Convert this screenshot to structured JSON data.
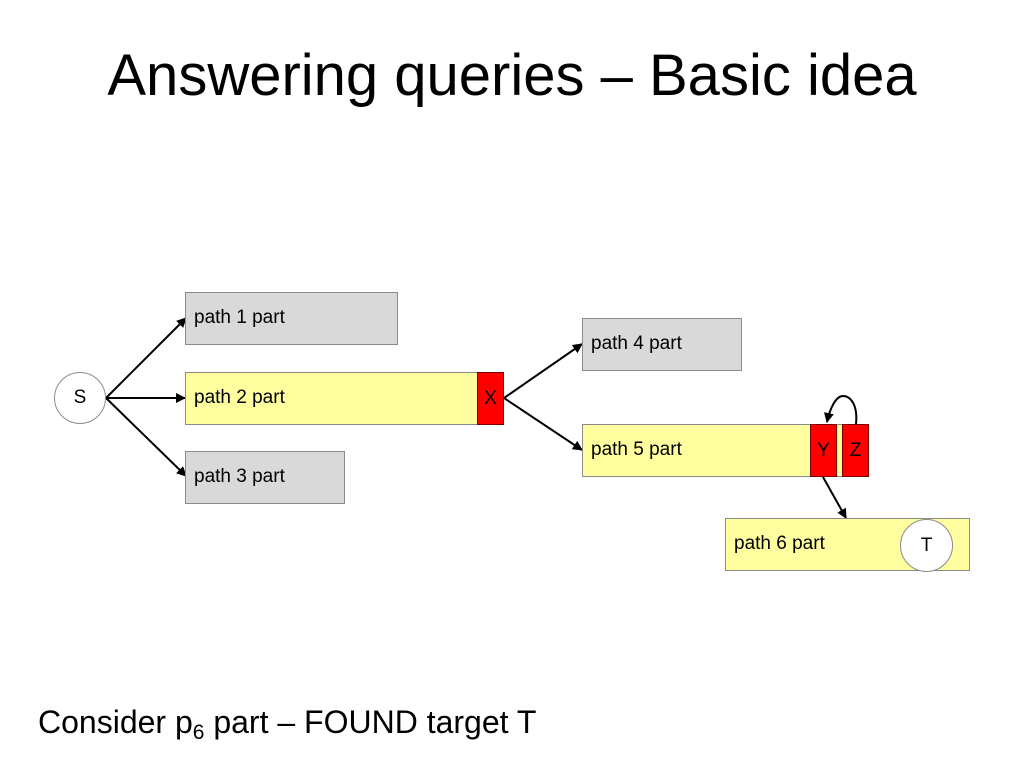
{
  "slide": {
    "title": "Answering queries – Basic idea",
    "caption": {
      "before": "Consider p",
      "subscript": "6",
      "after": " part – FOUND target T"
    }
  },
  "diagram": {
    "start_node": "S",
    "target_node": "T",
    "paths": [
      {
        "label": "path 1 part",
        "color": "#d9d9d9"
      },
      {
        "label": "path 2 part",
        "color": "#ffff9f"
      },
      {
        "label": "path 3 part",
        "color": "#d9d9d9"
      },
      {
        "label": "path 4 part",
        "color": "#d9d9d9"
      },
      {
        "label": "path 5 part",
        "color": "#ffff9f"
      },
      {
        "label": "path 6 part",
        "color": "#ffff9f"
      }
    ],
    "markers": [
      {
        "label": "X",
        "color": "#ff0000"
      },
      {
        "label": "Y",
        "color": "#ff0000"
      },
      {
        "label": "Z",
        "color": "#ff0000"
      }
    ]
  }
}
